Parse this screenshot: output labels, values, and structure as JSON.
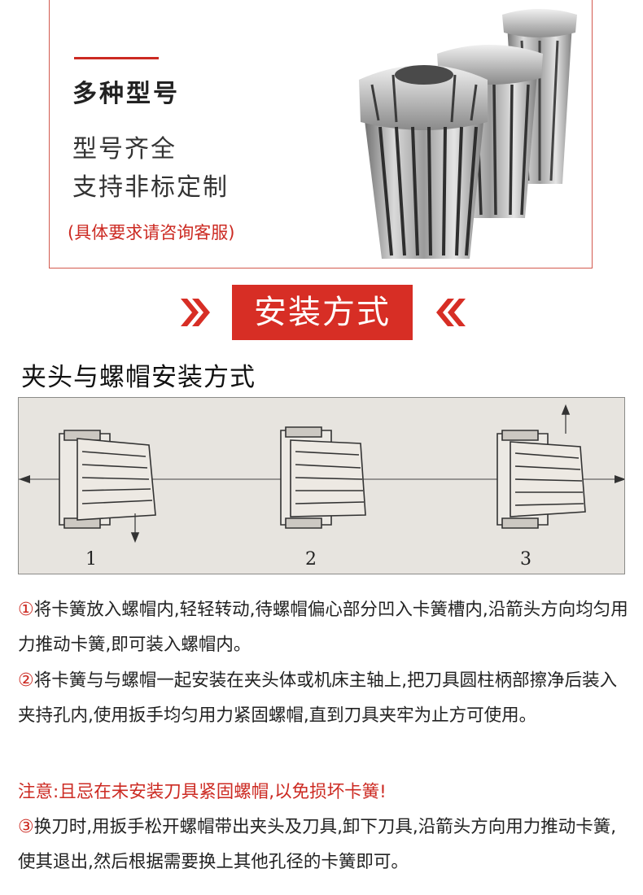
{
  "feature_card": {
    "heading": "多种型号",
    "line1": "型号齐全",
    "line2": "支持非标定制",
    "note": "(具体要求请咨询客服)"
  },
  "section": {
    "title": "安装方式",
    "subtitle": "夹头与螺帽安装方式"
  },
  "diagram": {
    "labels": [
      "1",
      "2",
      "3"
    ]
  },
  "steps": [
    {
      "marker": "①",
      "text": "将卡簧放入螺帽内,轻轻转动,待螺帽偏心部分凹入卡簧槽内,沿箭头方向均匀用力推动卡簧,即可装入螺帽内。"
    },
    {
      "marker": "②",
      "text": "将卡簧与与螺帽一起安装在夹头体或机床主轴上,把刀具圆柱柄部擦净后装入夹持孔内,使用扳手均匀用力紧固螺帽,直到刀具夹牢为止方可使用。"
    },
    {
      "marker": "③",
      "text": "换刀时,用扳手松开螺帽带出夹头及刀具,卸下刀具,沿箭头方向用力推动卡簧,使其退出,然后根据需要换上其他孔径的卡簧即可。"
    }
  ],
  "warning": "注意:且忌在未安装刀具紧固螺帽,以免损坏卡簧!",
  "colors": {
    "accent": "#d72e25",
    "border": "#d35a4f"
  }
}
